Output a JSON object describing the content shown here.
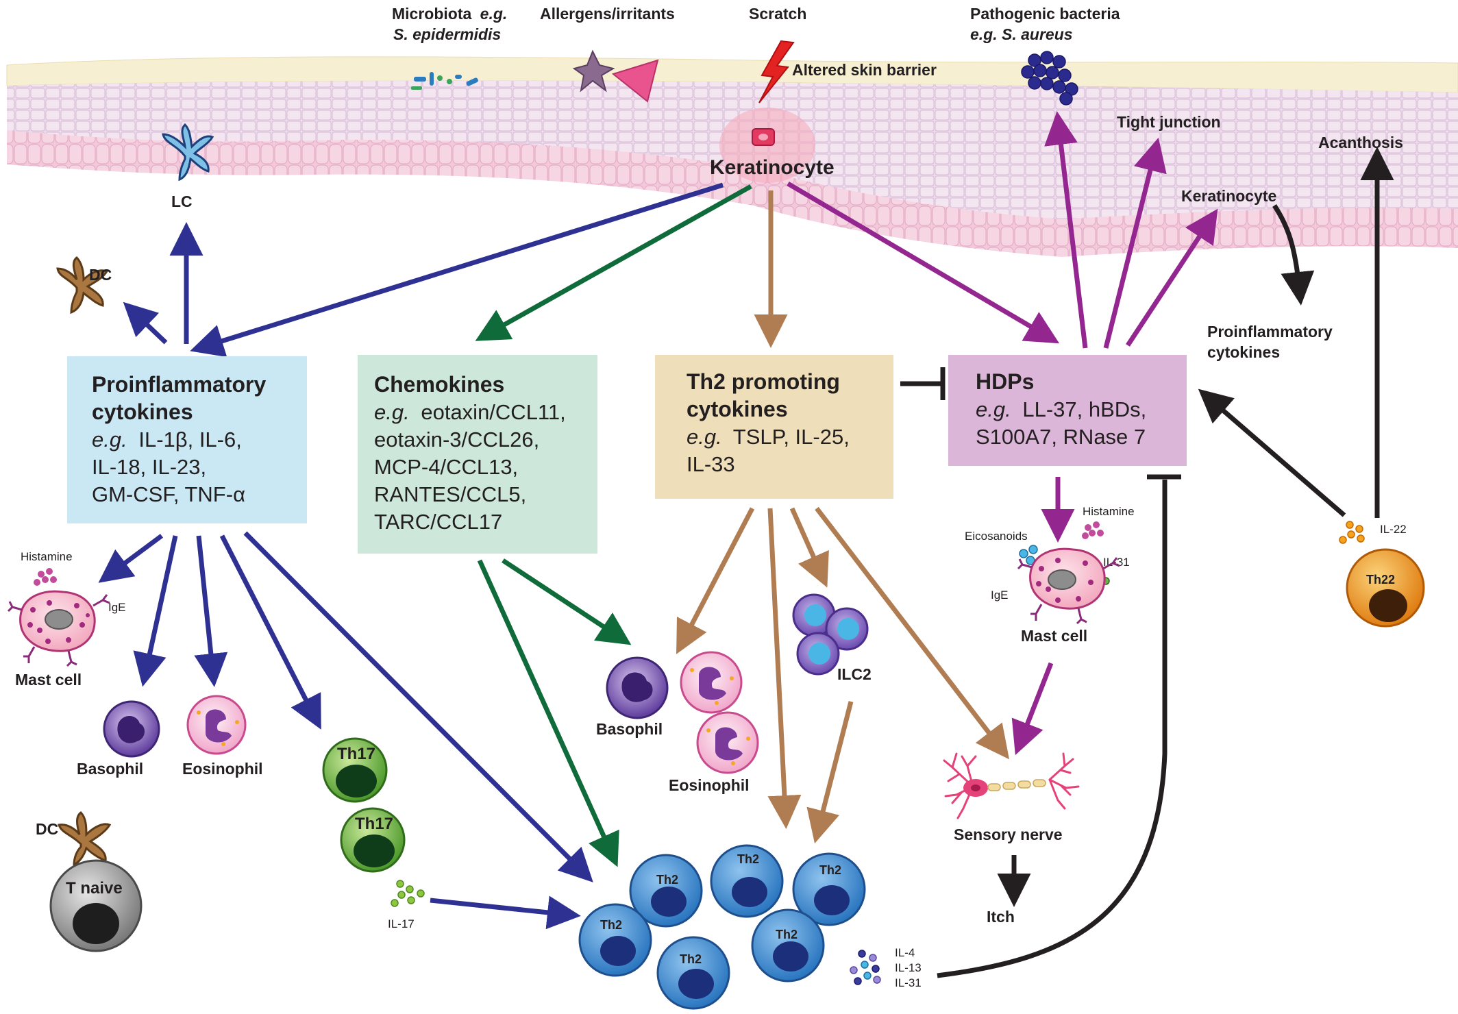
{
  "stimuli": {
    "microbiota_line1": "Microbiota",
    "microbiota_eg": "e.g.",
    "microbiota_line2": "S. epidermidis",
    "allergens": "Allergens/irritants",
    "scratch": "Scratch",
    "altered_barrier": "Altered skin barrier",
    "pathogenic_line1": "Pathogenic bacteria",
    "pathogenic_line2": "e.g. S. aureus"
  },
  "skin": {
    "keratinocyte": "Keratinocyte",
    "lc": "LC",
    "dc": "DC",
    "tight_junction": "Tight junction",
    "acanthosis": "Acanthosis",
    "keratinocyte_right": "Keratinocyte",
    "proinflammatory_right_1": "Proinflammatory",
    "proinflammatory_right_2": "cytokines"
  },
  "boxes": {
    "proinflammatory": {
      "title_1": "Proinflammatory",
      "title_2": "cytokines",
      "eg": "e.g.",
      "line_1": "IL-1β, IL-6,",
      "line_2": "IL-18, IL-23,",
      "line_3": "GM-CSF, TNF-α",
      "color": "#c9e8f3"
    },
    "chemokines": {
      "title": "Chemokines",
      "eg": "e.g.",
      "line_1": "eotaxin/CCL11,",
      "line_2": "eotaxin-3/CCL26,",
      "line_3": "MCP-4/CCL13,",
      "line_4": "RANTES/CCL5,",
      "line_5": "TARC/CCL17",
      "color": "#cde8db"
    },
    "th2": {
      "title_1": "Th2 promoting",
      "title_2": "cytokines",
      "eg": "e.g.",
      "line_1": "TSLP, IL-25,",
      "line_2": "IL-33",
      "color": "#eedfba"
    },
    "hdps": {
      "title": "HDPs",
      "eg": "e.g.",
      "line_1": "LL-37, hBDs,",
      "line_2": "S100A7, RNase 7",
      "color": "#dbb6d8"
    }
  },
  "cells": {
    "histamine_left": "Histamine",
    "ige_left": "IgE",
    "mast_cell_left": "Mast cell",
    "basophil_left": "Basophil",
    "eosinophil_left": "Eosinophil",
    "dc_bottom": "DC",
    "t_naive": "T naive",
    "th17_a": "Th17",
    "th17_b": "Th17",
    "il17": "IL-17",
    "basophil_mid": "Basophil",
    "eosinophil_mid": "Eosinophil",
    "ilc2": "ILC2",
    "th2_labels": [
      "Th2",
      "Th2",
      "Th2",
      "Th2",
      "Th2",
      "Th2"
    ],
    "histamine_right": "Histamine",
    "eicosanoids": "Eicosanoids",
    "il31_right": "IL-31",
    "ige_right": "IgE",
    "mast_cell_right": "Mast cell",
    "sensory_nerve": "Sensory nerve",
    "itch": "Itch",
    "il4": "IL-4",
    "il13": "IL-13",
    "il31_bottom": "IL-31",
    "il22": "IL-22",
    "th22": "Th22"
  },
  "colors": {
    "navy_arrow": "#2e3192",
    "green_arrow": "#0f6b3a",
    "tan_arrow": "#b07d52",
    "purple_arrow": "#93278f",
    "black_arrow": "#231f20"
  }
}
